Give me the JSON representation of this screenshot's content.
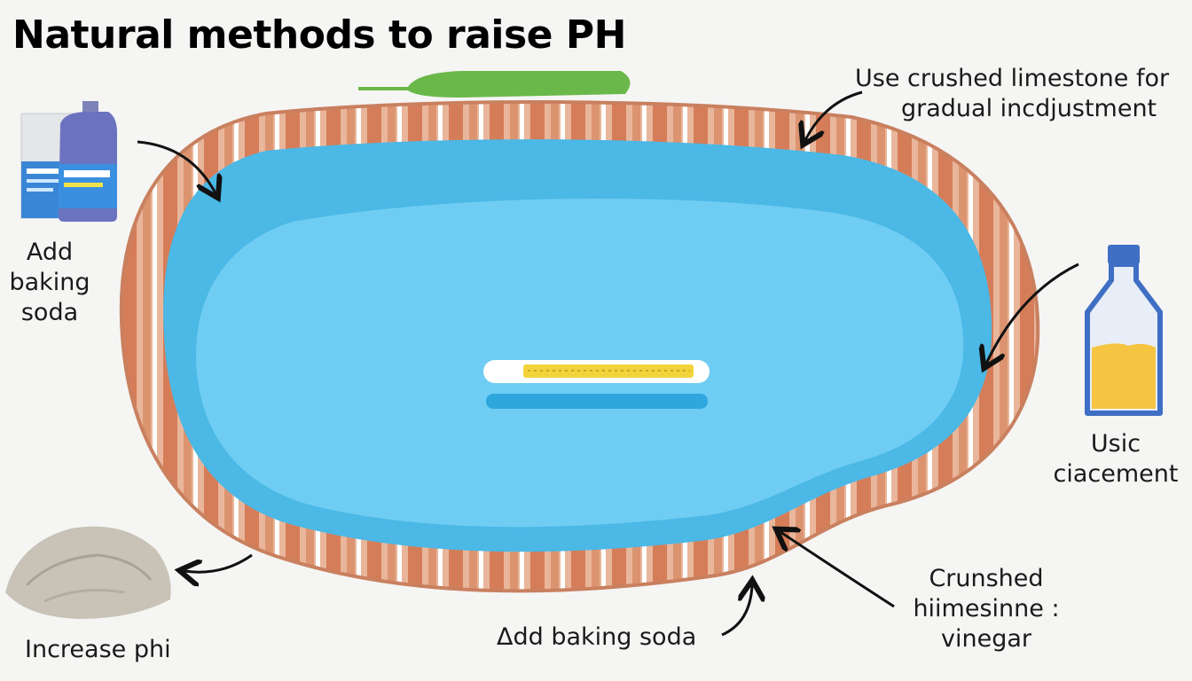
{
  "title": "Natural methods to raise PH",
  "labels": {
    "top_right_line1": "Use crushed limestone for",
    "top_right_line2": "gradual incdjustment",
    "left_line1": "Add",
    "left_line2": "baking",
    "left_line3": "soda",
    "right_line1": "Usic",
    "right_line2": "ciacement",
    "bottom_right_line1": "Crunshed",
    "bottom_right_line2": "hiimesinne :",
    "bottom_right_line3": "vinegar",
    "bottom_center": "Δdd baking soda",
    "bottom_left": "Increase phi"
  },
  "colors": {
    "water": "#4bb8e6",
    "water_light": "#6fcdf3",
    "brick_dark": "#d9825e",
    "brick_light": "#eab79d",
    "leaf": "#6ab84a",
    "bottle_blue": "#3f6fc4",
    "liquid_yellow": "#f5c542",
    "test_strip": "#f2d33a"
  },
  "icons": [
    "baking-soda-package-icon",
    "bottle-icon",
    "powder-pile-icon",
    "leaf-icon",
    "test-strip-icon",
    "arrow-icon"
  ]
}
